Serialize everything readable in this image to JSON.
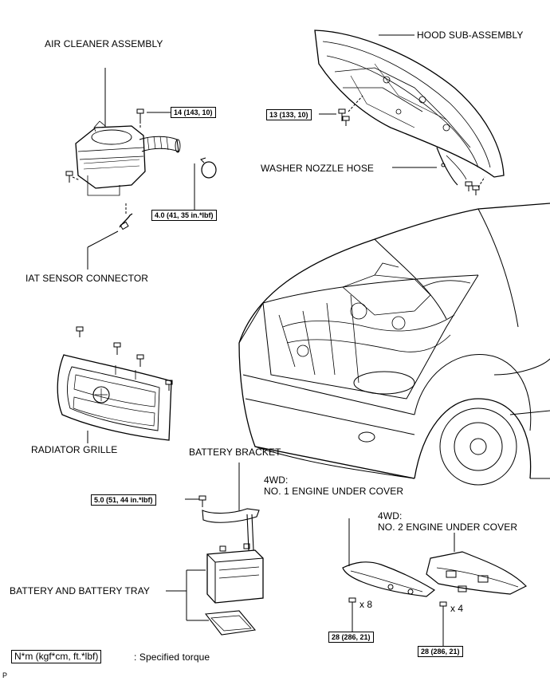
{
  "labels": {
    "air_cleaner": "AIR CLEANER ASSEMBLY",
    "hood": "HOOD SUB-ASSEMBLY",
    "washer_hose": "WASHER NOZZLE HOSE",
    "iat_connector": "IAT SENSOR CONNECTOR",
    "radiator_grille": "RADIATOR GRILLE",
    "battery_bracket": "BATTERY BRACKET",
    "under_cover_1_line1": "4WD:",
    "under_cover_1_line2": "NO. 1 ENGINE UNDER COVER",
    "under_cover_2_line1": "4WD:",
    "under_cover_2_line2": "NO. 2 ENGINE UNDER COVER",
    "battery_tray": "BATTERY AND BATTERY TRAY"
  },
  "torques": {
    "air_cleaner_bolt": "14 (143, 10)",
    "hood_bolt": "13 (133, 10)",
    "hose_clamp": "4.0 (41, 35 in.*lbf)",
    "battery_bracket_nut": "5.0 (51, 44 in.*lbf)",
    "under_cover_1_bolt": "28 (286, 21)",
    "under_cover_2_bolt": "28 (286, 21)"
  },
  "multipliers": {
    "under_cover_1": "x 8",
    "under_cover_2": "x 4"
  },
  "legend": {
    "unit_box": "N*m (kgf*cm, ft.*lbf)",
    "text": ": Specified torque"
  },
  "corner_mark": "P",
  "icons": [
    "bolt-icon",
    "hose-clamp-icon",
    "connector-icon"
  ],
  "colors": {
    "line": "#000000",
    "background": "#ffffff",
    "shade": "#d9d9d9"
  }
}
